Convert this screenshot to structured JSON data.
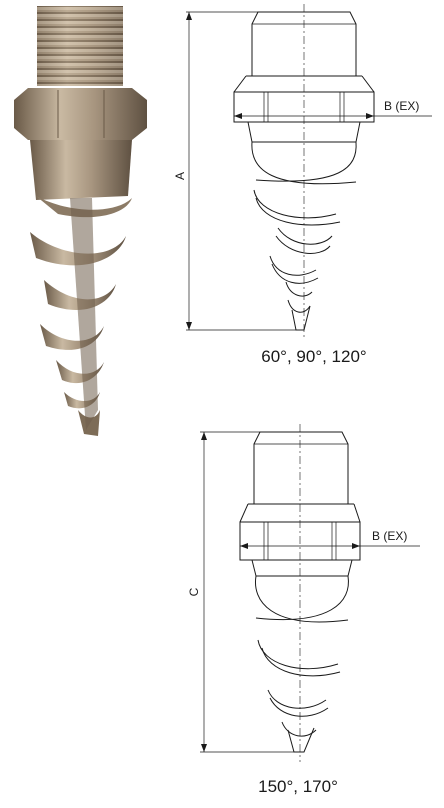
{
  "photo": {
    "subject": "spiral nozzle",
    "colors": {
      "metal_light": "#c9b9a2",
      "metal_mid": "#9e8d77",
      "metal_dark": "#5f5142"
    }
  },
  "drawing_top": {
    "dim_height_label": "A",
    "dim_hex_label": "B (EX)",
    "angles_label": "60°, 90°, 120°"
  },
  "drawing_bottom": {
    "dim_height_label": "C",
    "dim_hex_label": "B (EX)",
    "angles_label": "150°, 170°"
  }
}
